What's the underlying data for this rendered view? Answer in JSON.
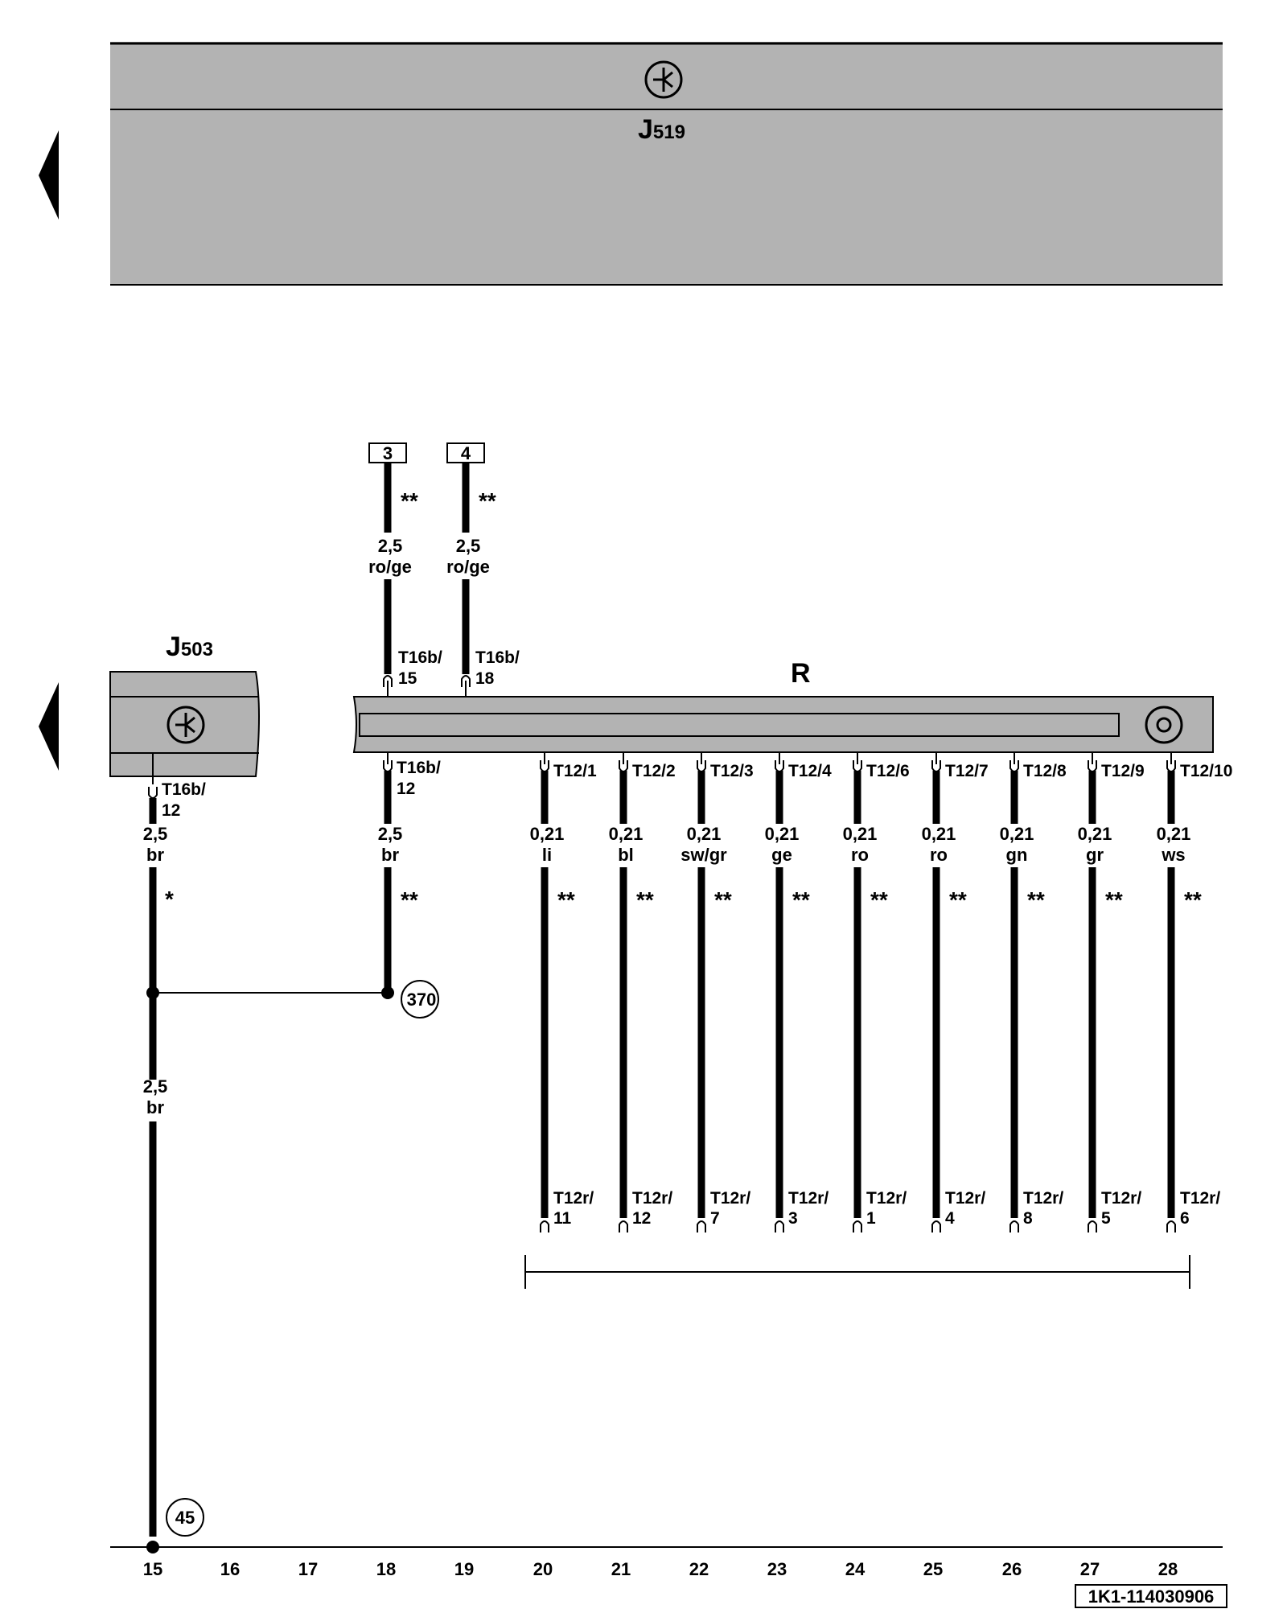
{
  "modules": {
    "top": {
      "name": "J",
      "subscript": "519"
    },
    "left": {
      "name": "J",
      "subscript": "503"
    },
    "radio": {
      "name": "R"
    }
  },
  "boxes": [
    "3",
    "4"
  ],
  "feeds": [
    {
      "marker": "**",
      "cross_section": "2,5",
      "color": "ro/ge",
      "pin_a": "T16b/",
      "pin_b": "15"
    },
    {
      "marker": "**",
      "cross_section": "2,5",
      "color": "ro/ge",
      "pin_a": "T16b/",
      "pin_b": "18"
    }
  ],
  "j503_wire": {
    "pin_a": "T16b/",
    "pin_b": "12",
    "cross_section": "2,5",
    "color": "br",
    "marker": "*",
    "cross_section_2": "2,5",
    "color_2": "br"
  },
  "r_ground_wire": {
    "pin_a": "T16b/",
    "pin_b": "12",
    "cross_section": "2,5",
    "color": "br",
    "marker": "**"
  },
  "refs": {
    "ground": "370",
    "bottom": "45"
  },
  "speaker_wires": [
    {
      "pin_top": "T12/1",
      "cross_section": "0,21",
      "color": "li",
      "marker": "**",
      "pin_bottom_a": "T12r/",
      "pin_bottom_b": "11"
    },
    {
      "pin_top": "T12/2",
      "cross_section": "0,21",
      "color": "bl",
      "marker": "**",
      "pin_bottom_a": "T12r/",
      "pin_bottom_b": "12"
    },
    {
      "pin_top": "T12/3",
      "cross_section": "0,21",
      "color": "sw/gr",
      "marker": "**",
      "pin_bottom_a": "T12r/",
      "pin_bottom_b": "7"
    },
    {
      "pin_top": "T12/4",
      "cross_section": "0,21",
      "color": "ge",
      "marker": "**",
      "pin_bottom_a": "T12r/",
      "pin_bottom_b": "3"
    },
    {
      "pin_top": "T12/6",
      "cross_section": "0,21",
      "color": "ro",
      "marker": "**",
      "pin_bottom_a": "T12r/",
      "pin_bottom_b": "1"
    },
    {
      "pin_top": "T12/7",
      "cross_section": "0,21",
      "color": "ro",
      "marker": "**",
      "pin_bottom_a": "T12r/",
      "pin_bottom_b": "4"
    },
    {
      "pin_top": "T12/8",
      "cross_section": "0,21",
      "color": "gn",
      "marker": "**",
      "pin_bottom_a": "T12r/",
      "pin_bottom_b": "8"
    },
    {
      "pin_top": "T12/9",
      "cross_section": "0,21",
      "color": "gr",
      "marker": "**",
      "pin_bottom_a": "T12r/",
      "pin_bottom_b": "5"
    },
    {
      "pin_top": "T12/10",
      "cross_section": "0,21",
      "color": "ws",
      "marker": "**",
      "pin_bottom_a": "T12r/",
      "pin_bottom_b": "6"
    }
  ],
  "track_numbers": [
    "15",
    "16",
    "17",
    "18",
    "19",
    "20",
    "21",
    "22",
    "23",
    "24",
    "25",
    "26",
    "27",
    "28"
  ],
  "doc_code": "1K1-114030906",
  "colors": {
    "module_fill": "#b3b3b3",
    "line": "#000000",
    "background": "#ffffff"
  }
}
